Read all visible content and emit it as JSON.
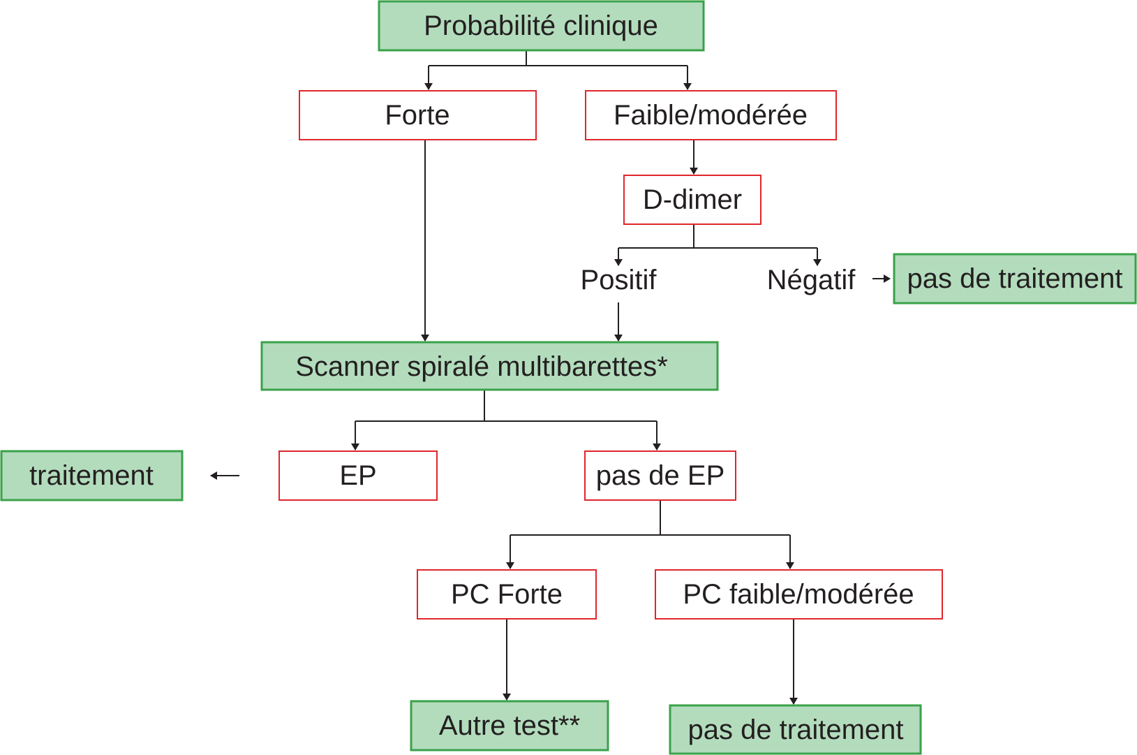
{
  "nodes": {
    "clinical_probability": "Probabilité clinique",
    "strong": "Forte",
    "low_moderate": "Faible/modérée",
    "d_dimer": "D-dimer",
    "positive": "Positif",
    "negative": "Négatif",
    "no_treatment_top": "pas de traitement",
    "ct_scan": "Scanner spiralé multibarettes*",
    "treatment": "traitement",
    "pe": "EP",
    "no_pe": "pas de EP",
    "pc_strong": "PC Forte",
    "pc_low_moderate": "PC faible/modérée",
    "other_test": "Autre test**",
    "no_treatment_bottom": "pas de traitement"
  },
  "colors": {
    "green_fill": "#b3dcbd",
    "green_border": "#3aa24a",
    "red_border": "#e0262b",
    "text": "#231f20"
  }
}
